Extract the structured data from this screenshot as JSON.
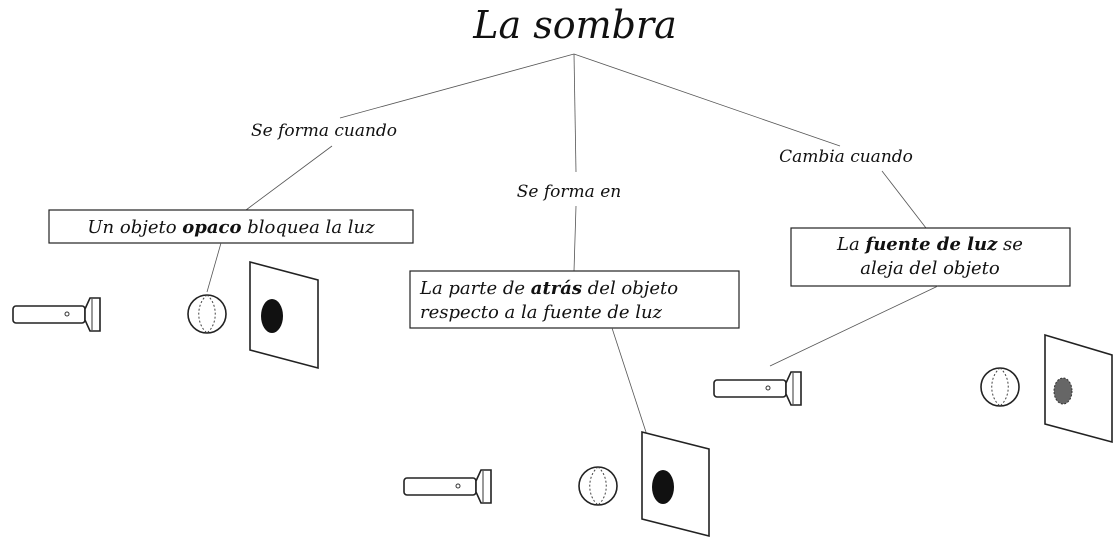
{
  "diagram": {
    "title": "La sombra",
    "branches": [
      {
        "connector": "Se forma cuando",
        "box_parts": [
          {
            "text": "Un objeto ",
            "bold": false
          },
          {
            "text": "opaco",
            "bold": true
          },
          {
            "text": " bloquea la luz",
            "bold": false
          }
        ]
      },
      {
        "connector": "Se forma en",
        "box_line1_parts": [
          {
            "text": "La parte  de ",
            "bold": false
          },
          {
            "text": "atrás",
            "bold": true
          },
          {
            "text": " del objeto",
            "bold": false
          }
        ],
        "box_line2": "respecto a la fuente de luz"
      },
      {
        "connector": "Cambia cuando",
        "box_line1_parts": [
          {
            "text": "La ",
            "bold": false
          },
          {
            "text": "fuente de luz",
            "bold": true
          },
          {
            "text": " se",
            "bold": false
          }
        ],
        "box_line2": "aleja del objeto"
      }
    ],
    "illustrations": [
      {
        "name": "scene-left",
        "shadow_color": "#111111"
      },
      {
        "name": "scene-center",
        "shadow_color": "#111111"
      },
      {
        "name": "scene-right",
        "shadow_color": "#666666"
      }
    ]
  }
}
